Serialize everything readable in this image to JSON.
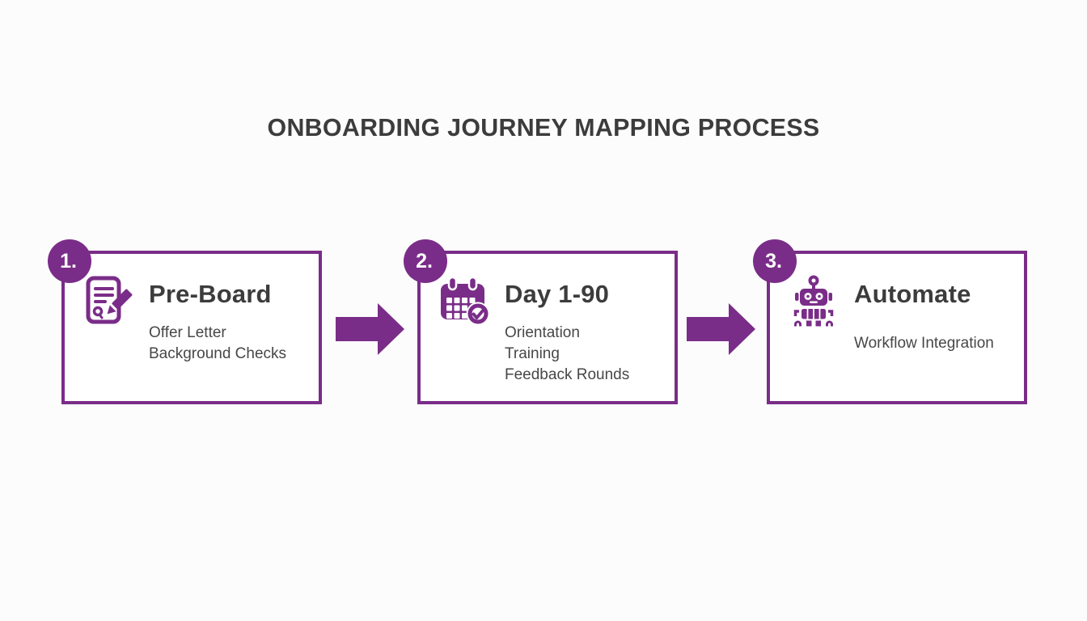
{
  "title": "ONBOARDING JOURNEY MAPPING PROCESS",
  "colors": {
    "accent": "#7a2d88",
    "heading": "#3c3c3c",
    "body_text": "#474747",
    "background": "#fcfcfc",
    "card_bg": "#ffffff",
    "badge_text": "#ffffff"
  },
  "steps": [
    {
      "number": "1.",
      "title": "Pre-Board",
      "icon": "contract-signing-icon",
      "items": [
        "Offer Letter",
        "Background Checks"
      ]
    },
    {
      "number": "2.",
      "title": "Day 1-90",
      "icon": "calendar-check-icon",
      "items": [
        "Orientation",
        "Training",
        "Feedback Rounds"
      ]
    },
    {
      "number": "3.",
      "title": "Automate",
      "icon": "robot-icon",
      "items": [
        "Workflow Integration"
      ]
    }
  ]
}
